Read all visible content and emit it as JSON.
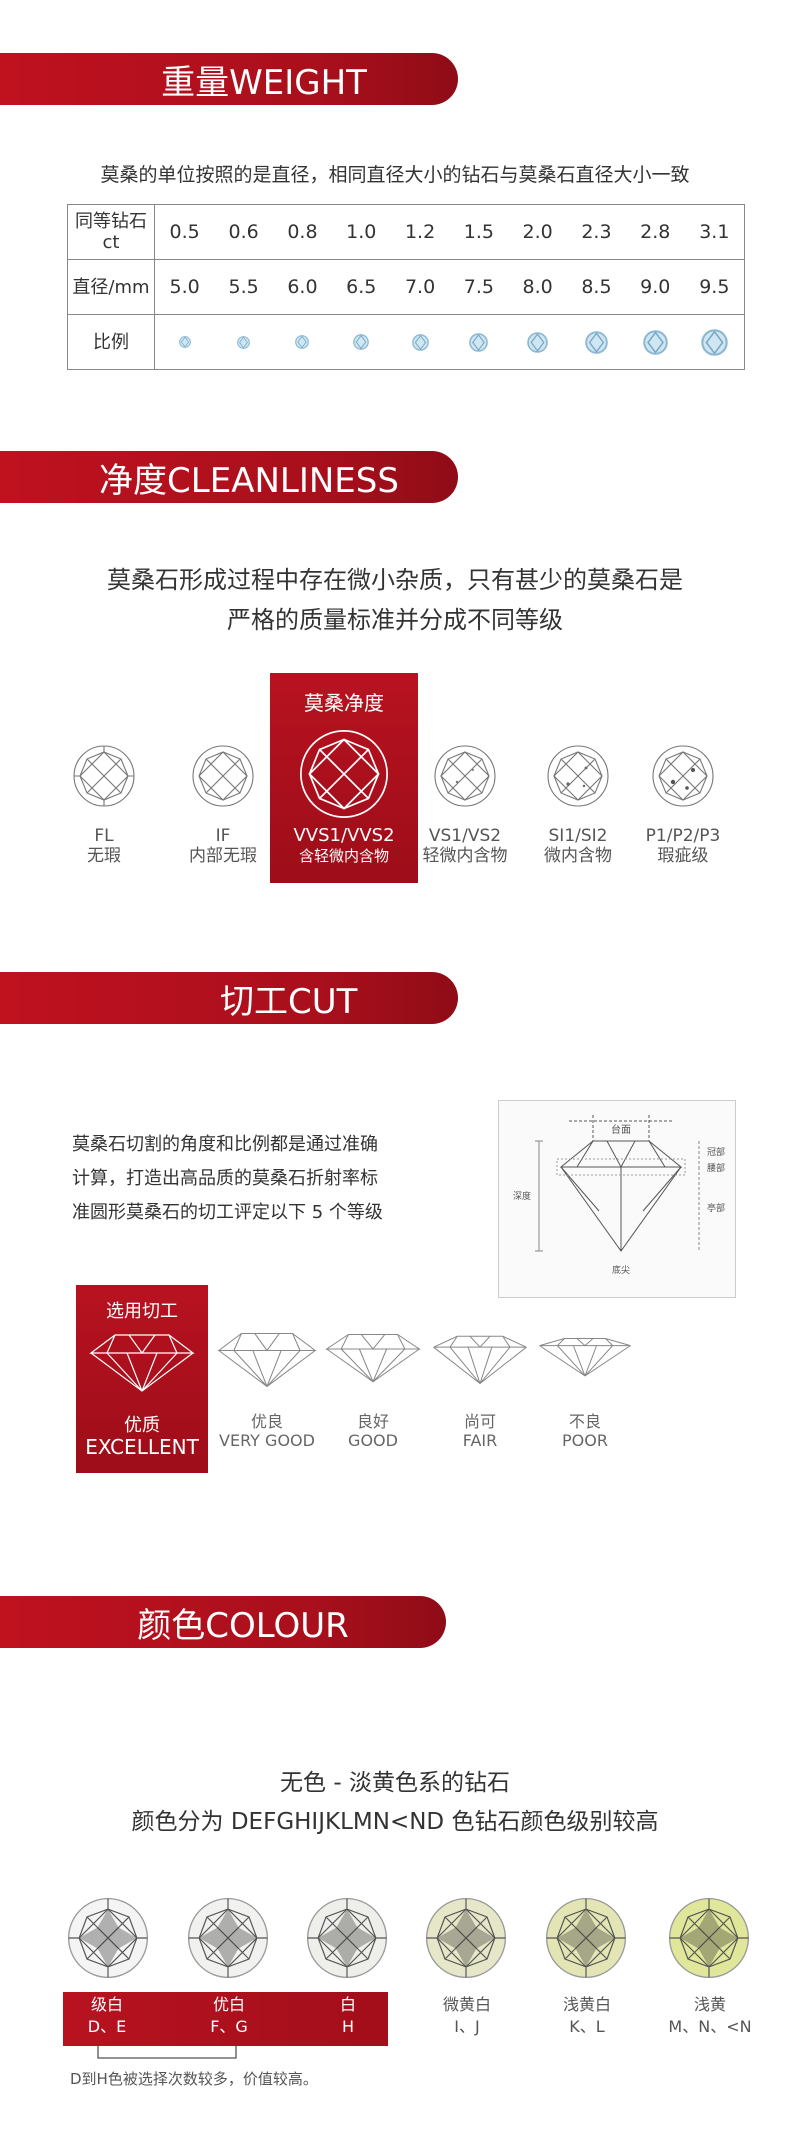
{
  "weight": {
    "title": "重量WEIGHT",
    "intro": "莫桑的单位按照的是直径，相同直径大小的钻石与莫桑石直径大小一致",
    "row_headers": [
      "同等钻石 ct",
      "直径/mm",
      "比例"
    ],
    "ct_values": [
      "0.5",
      "0.6",
      "0.8",
      "1.0",
      "1.2",
      "1.5",
      "2.0",
      "2.3",
      "2.8",
      "3.1"
    ],
    "mm_values": [
      "5.0",
      "5.5",
      "6.0",
      "6.5",
      "7.0",
      "7.5",
      "8.0",
      "8.5",
      "9.0",
      "9.5"
    ]
  },
  "cleanliness": {
    "title": "净度CLEANLINESS",
    "intro_line1": "莫桑石形成过程中存在微小杂质，只有甚少的莫桑石是",
    "intro_line2": "严格的质量标准并分成不同等级",
    "highlight_label": "莫桑净度",
    "grades": [
      {
        "code": "FL",
        "name": "无瑕"
      },
      {
        "code": "IF",
        "name": "内部无瑕"
      },
      {
        "code": "VVS1/VVS2",
        "name": "含轻微内含物"
      },
      {
        "code": "VS1/VS2",
        "name": "轻微内含物"
      },
      {
        "code": "SI1/SI2",
        "name": "微内含物"
      },
      {
        "code": "P1/P2/P3",
        "name": "瑕疵级"
      }
    ]
  },
  "cut": {
    "title": "切工CUT",
    "intro_line1": "莫桑石切割的角度和比例都是通过准确",
    "intro_line2": "计算，打造出高品质的莫桑石折射率标",
    "intro_line3": "准圆形莫桑石的切工评定以下 5 个等级",
    "diagram_labels": {
      "table": "台面",
      "crown": "冠部",
      "girdle": "腰部",
      "pavilion": "亭部",
      "depth": "深度",
      "culet": "底尖"
    },
    "highlight_label": "选用切工",
    "grades": [
      {
        "cn": "优质",
        "en": "EXCELLENT"
      },
      {
        "cn": "优良",
        "en": "VERY GOOD"
      },
      {
        "cn": "良好",
        "en": "GOOD"
      },
      {
        "cn": "尚可",
        "en": "FAIR"
      },
      {
        "cn": "不良",
        "en": "POOR"
      }
    ]
  },
  "colour": {
    "title": "颜色COLOUR",
    "intro_line1": "无色 - 淡黄色系的钻石",
    "intro_line2": "颜色分为 DEFGHIJKLMN<ND 色钻石颜色级别较高",
    "grades": [
      {
        "cn": "级白",
        "code": "D、E"
      },
      {
        "cn": "优白",
        "code": "F、G"
      },
      {
        "cn": "白",
        "code": "H"
      },
      {
        "cn": "微黄白",
        "code": "I、J"
      },
      {
        "cn": "浅黄白",
        "code": "K、L"
      },
      {
        "cn": "浅黄",
        "code": "M、N、<N"
      }
    ],
    "note": "D到H色被选择次数较多，价值较高。",
    "tints": [
      "#f4f4f4",
      "#f1f1ef",
      "#eeeeea",
      "#e6e7c8",
      "#e3e6b4",
      "#e0e69a"
    ]
  }
}
